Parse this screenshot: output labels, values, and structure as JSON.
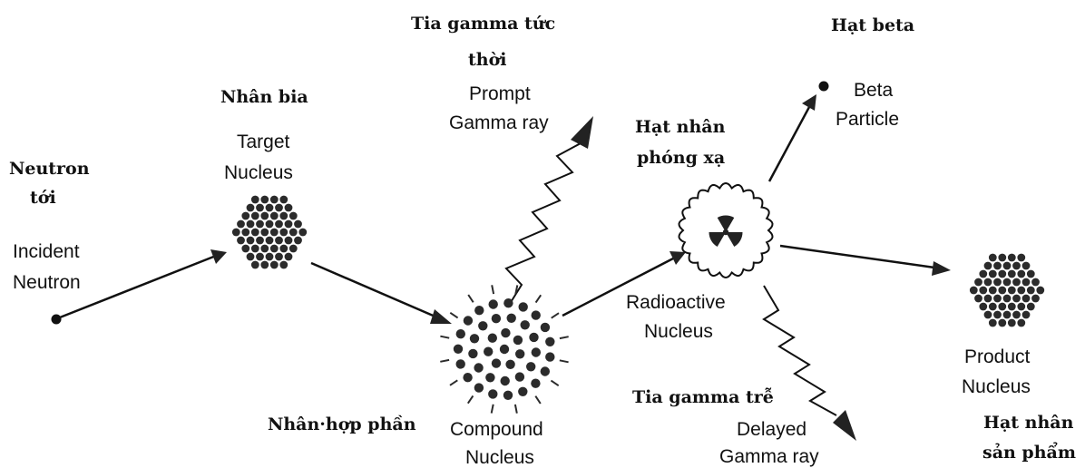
{
  "labels": {
    "incident_vi_1": "Neutron",
    "incident_vi_2": "tới",
    "incident_en_1": "Incident",
    "incident_en_2": "Neutron",
    "target_vi": "Nhân bia",
    "target_en_1": "Target",
    "target_en_2": "Nucleus",
    "prompt_vi_1": "Tia gamma tức",
    "prompt_vi_2": "thời",
    "prompt_en_1": "Prompt",
    "prompt_en_2": "Gamma ray",
    "compound_vi": "Nhân·hợp phần",
    "compound_en_1": "Compound",
    "compound_en_2": "Nucleus",
    "radio_vi_1": "Hạt nhân",
    "radio_vi_2": "phóng xạ",
    "radio_en_1": "Radioactive",
    "radio_en_2": "Nucleus",
    "beta_vi": "Hạt beta",
    "beta_en_1": "Beta",
    "beta_en_2": "Particle",
    "delayed_vi": "Tia gamma trễ",
    "delayed_en_1": "Delayed",
    "delayed_en_2": "Gamma ray",
    "product_en_1": "Product",
    "product_en_2": "Nucleus",
    "product_vi_1": "Hạt nhân",
    "product_vi_2": "sản phẩm"
  },
  "colors": {
    "ink": "#111111",
    "nucleon": "#2b2b2b",
    "background": "#ffffff"
  },
  "icons": {
    "radioactive": "radiation-trefoil-icon"
  }
}
